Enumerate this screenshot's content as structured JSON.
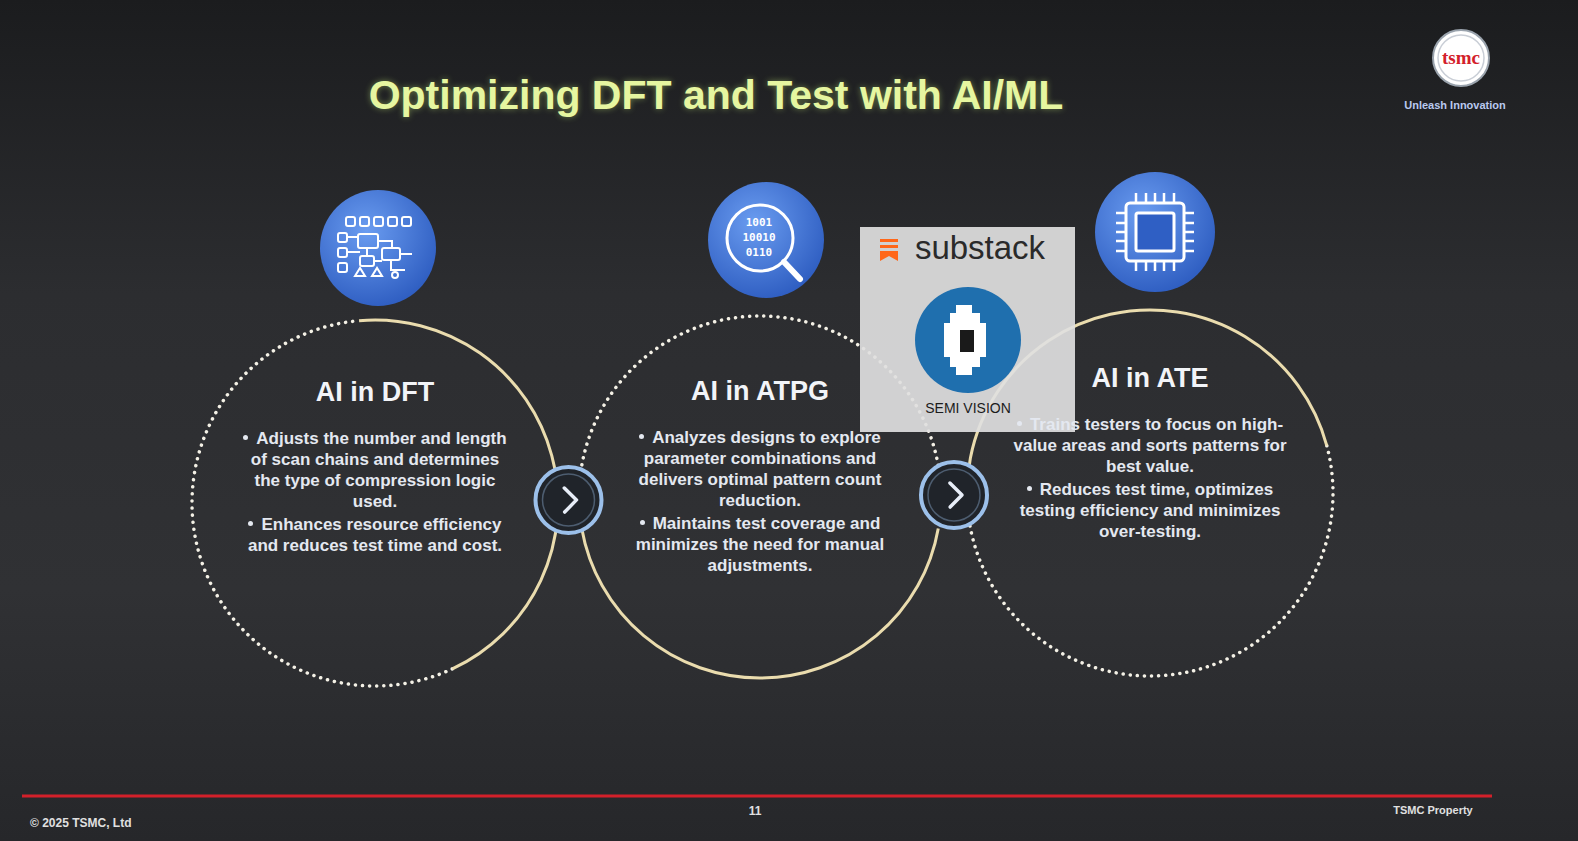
{
  "diagram": {
    "title": "Optimizing DFT and Test with AI/ML",
    "nodes": [
      {
        "text": [
          "AI in DFT",
          "Adjusts the number and length of scan chains and determines the type of compression logic used.",
          "Enhances resource efficiency and reduces test time and cost."
        ]
      },
      {
        "text": [
          "AI in ATPG",
          "Analyzes designs to explore parameter combinations and delivers optimal pattern count reduction.",
          "Maintains test coverage and minimizes the need for manual adjustments."
        ]
      },
      {
        "text": [
          "AI in ATE",
          "Trains testers to focus on high-value areas and sorts patterns for best value.",
          "Reduces test time, optimizes testing efficiency and minimizes over-testing."
        ]
      }
    ],
    "edges": [
      {
        "from": 0,
        "to": 1,
        "arrow": "to"
      },
      {
        "from": 1,
        "to": 2,
        "arrow": "to"
      }
    ],
    "labels": [
      "tsmc",
      "Unleash Innovation",
      "1001",
      "10010",
      "0110",
      "substack",
      "SEMI VISION",
      "© 2025 TSMC, Ltd",
      "11",
      "TSMC Property"
    ]
  }
}
